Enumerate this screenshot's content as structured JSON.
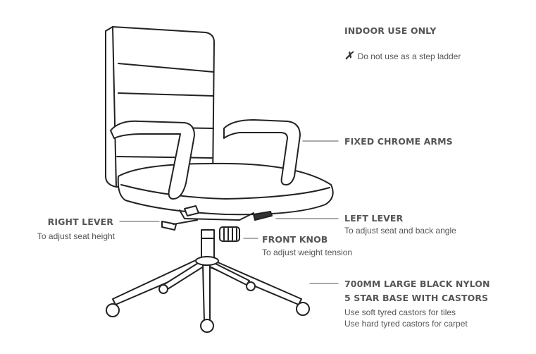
{
  "diagram": {
    "indoor": {
      "title": "INDOOR USE ONLY",
      "warning_icon": "x-mark",
      "warning": "Do not use as a step ladder"
    },
    "arms": {
      "title": "FIXED CHROME ARMS"
    },
    "right_lever": {
      "title": "RIGHT LEVER",
      "desc": "To adjust seat height"
    },
    "left_lever": {
      "title": "LEFT LEVER",
      "desc": "To adjust seat and back angle"
    },
    "front_knob": {
      "title": "FRONT KNOB",
      "desc": "To adjust weight tension"
    },
    "base": {
      "title_line1": "700MM LARGE BLACK NYLON",
      "title_line2": "5 STAR BASE WITH CASTORS",
      "desc_line1": "Use soft tyred castors for tiles",
      "desc_line2": "Use hard tyred castors for carpet"
    }
  }
}
